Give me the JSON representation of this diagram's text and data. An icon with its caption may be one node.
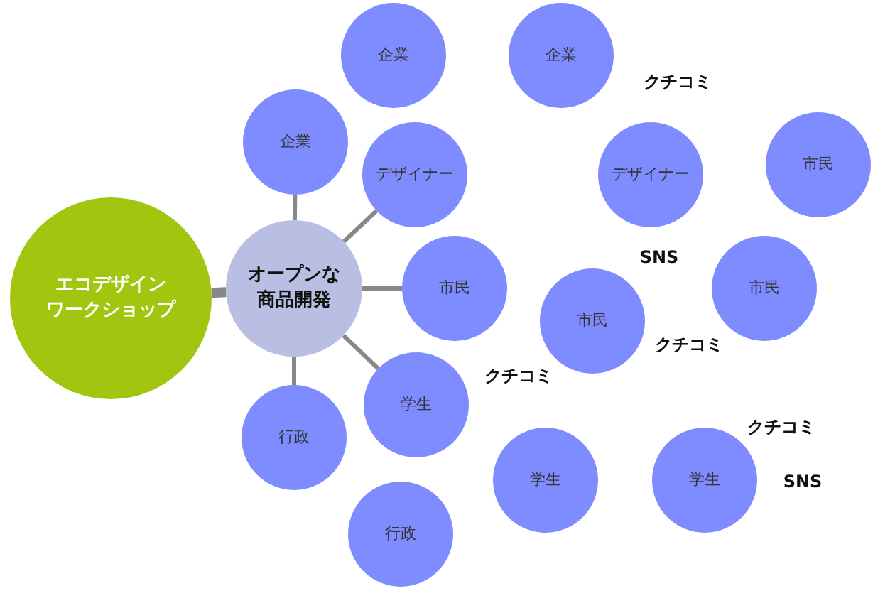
{
  "diagram": {
    "nodes": [
      {
        "text": [
          "エコデザインワークショップ"
        ]
      },
      {
        "text": [
          "オープンな商品開発"
        ]
      },
      {
        "text": [
          "企業"
        ]
      },
      {
        "text": [
          "デザイナー"
        ]
      },
      {
        "text": [
          "市民"
        ]
      },
      {
        "text": [
          "学生"
        ]
      },
      {
        "text": [
          "行政"
        ]
      },
      {
        "text": [
          "企業"
        ]
      },
      {
        "text": [
          "企業"
        ]
      },
      {
        "text": [
          "デザイナー"
        ]
      },
      {
        "text": [
          "市民"
        ]
      },
      {
        "text": [
          "市民"
        ]
      },
      {
        "text": [
          "市民"
        ]
      },
      {
        "text": [
          "学生"
        ]
      },
      {
        "text": [
          "学生"
        ]
      },
      {
        "text": [
          "行政"
        ]
      }
    ],
    "edges": [
      {
        "from": 0,
        "to": 1,
        "arrow": "none",
        "style": "thick"
      },
      {
        "from": 1,
        "to": 2,
        "arrow": "none"
      },
      {
        "from": 1,
        "to": 3,
        "arrow": "none"
      },
      {
        "from": 1,
        "to": 4,
        "arrow": "none"
      },
      {
        "from": 1,
        "to": 5,
        "arrow": "none"
      },
      {
        "from": 1,
        "to": 6,
        "arrow": "none"
      }
    ],
    "labels": [
      "クチコミ",
      "SNS",
      "クチコミ",
      "クチコミ",
      "クチコミ",
      "SNS"
    ]
  }
}
